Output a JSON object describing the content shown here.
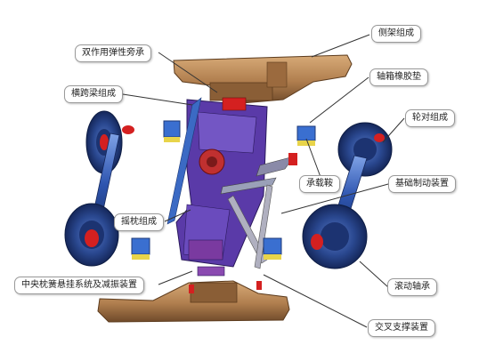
{
  "labels": {
    "side_frame": "侧架组成",
    "double_acting_side_bearing": "双作用弹性旁承",
    "crossbeam": "横跨梁组成",
    "axlebox_rubber_pad": "轴箱橡胶垫",
    "wheelset": "轮对组成",
    "bearing_adapter": "承载鞍",
    "foundation_brake": "基础制动装置",
    "bolster": "摇枕组成",
    "central_suspension": "中央枕簧悬挂系统及减振装置",
    "rolling_bearing": "滚动轴承",
    "cross_bracing": "交叉支撑装置"
  },
  "colors": {
    "side_frame": "#b78a5c",
    "bolster": "#5a3aa8",
    "wheel": "#2d4f9e",
    "axle_end": "#d42020",
    "adapter": "#3a6fd0",
    "brake": "#e8d44a",
    "leader": "#333333"
  }
}
